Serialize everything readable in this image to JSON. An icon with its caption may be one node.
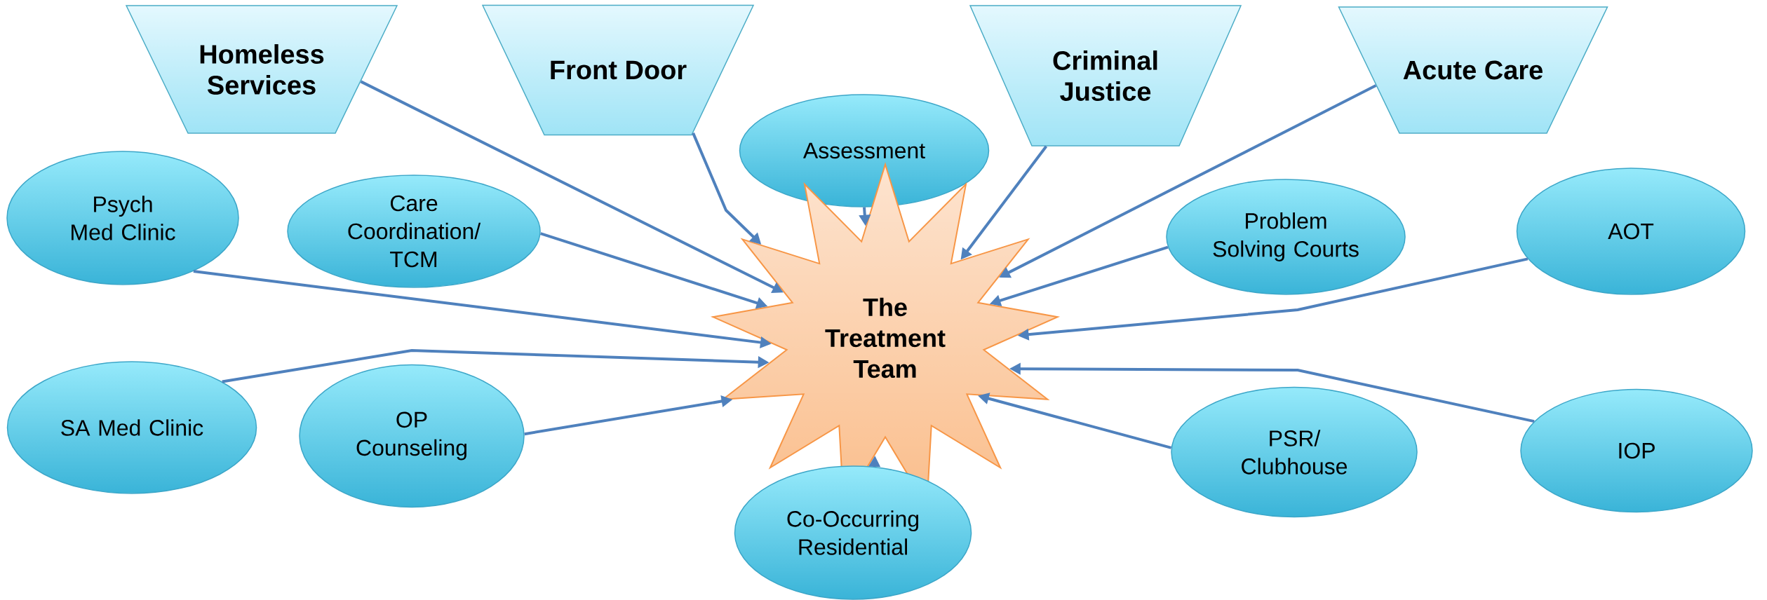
{
  "diagram": {
    "nodes": [
      {
        "text": [
          "Homeless Services"
        ]
      },
      {
        "text": [
          "Front Door"
        ]
      },
      {
        "text": [
          "Criminal Justice"
        ]
      },
      {
        "text": [
          "Acute Care"
        ]
      },
      {
        "text": [
          "Psych Med Clinic"
        ]
      },
      {
        "text": [
          "Care Coordination/ TCM"
        ]
      },
      {
        "text": [
          "Assessment"
        ]
      },
      {
        "text": [
          "Problem Solving Courts"
        ]
      },
      {
        "text": [
          "AOT"
        ]
      },
      {
        "text": [
          "The Treatment Team"
        ]
      },
      {
        "text": [
          "SA Med Clinic"
        ]
      },
      {
        "text": [
          "OP Counseling"
        ]
      },
      {
        "text": [
          "PSR/ Clubhouse"
        ]
      },
      {
        "text": [
          "IOP"
        ]
      },
      {
        "text": [
          "Co-Occurring Residential"
        ]
      }
    ],
    "edges": [
      {
        "from": 0,
        "to": 9,
        "arrow": "to"
      },
      {
        "from": 1,
        "to": 9,
        "arrow": "to"
      },
      {
        "from": 2,
        "to": 9,
        "arrow": "to"
      },
      {
        "from": 6,
        "to": 9,
        "arrow": "to"
      },
      {
        "from": 3,
        "to": 9,
        "arrow": "to"
      },
      {
        "from": 4,
        "to": 9,
        "arrow": "to"
      },
      {
        "from": 5,
        "to": 9,
        "arrow": "to"
      },
      {
        "from": 10,
        "to": 9,
        "arrow": "to"
      },
      {
        "from": 11,
        "to": 9,
        "arrow": "to"
      },
      {
        "from": 14,
        "to": 9,
        "arrow": "to"
      },
      {
        "from": 7,
        "to": 9,
        "arrow": "to"
      },
      {
        "from": 8,
        "to": 9,
        "arrow": "to"
      },
      {
        "from": 12,
        "to": 9,
        "arrow": "to"
      },
      {
        "from": 13,
        "to": 9,
        "arrow": "to"
      }
    ]
  }
}
